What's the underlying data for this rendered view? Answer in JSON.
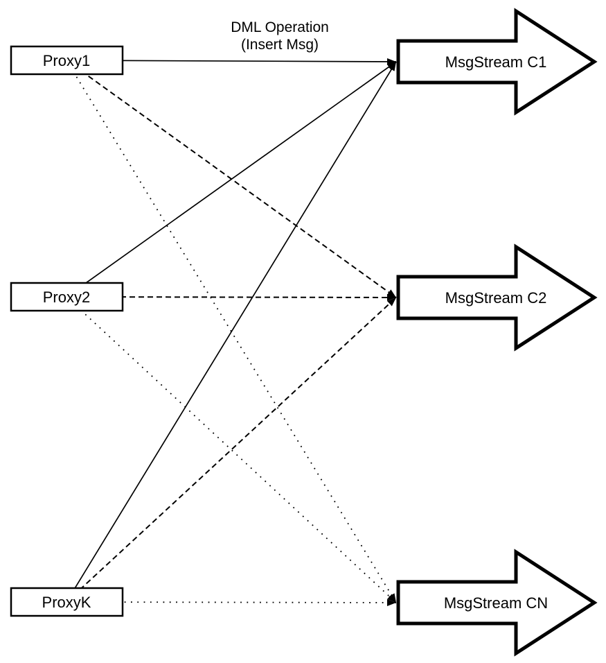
{
  "diagram": {
    "title": {
      "line1": "DML Operation",
      "line2": "(Insert Msg)"
    },
    "proxies": [
      {
        "id": "proxy1",
        "label": "Proxy1"
      },
      {
        "id": "proxy2",
        "label": "Proxy2"
      },
      {
        "id": "proxyk",
        "label": "ProxyK"
      }
    ],
    "streams": [
      {
        "id": "c1",
        "label": "MsgStream C1"
      },
      {
        "id": "c2",
        "label": "MsgStream C2"
      },
      {
        "id": "cn",
        "label": "MsgStream CN"
      }
    ],
    "edges": [
      {
        "from": "Proxy1",
        "to": "MsgStream C1",
        "style": "solid"
      },
      {
        "from": "Proxy1",
        "to": "MsgStream C2",
        "style": "dashed"
      },
      {
        "from": "Proxy1",
        "to": "MsgStream CN",
        "style": "dotted"
      },
      {
        "from": "Proxy2",
        "to": "MsgStream C1",
        "style": "solid"
      },
      {
        "from": "Proxy2",
        "to": "MsgStream C2",
        "style": "dashed"
      },
      {
        "from": "Proxy2",
        "to": "MsgStream CN",
        "style": "dotted"
      },
      {
        "from": "ProxyK",
        "to": "MsgStream C1",
        "style": "solid"
      },
      {
        "from": "ProxyK",
        "to": "MsgStream C2",
        "style": "dashed"
      },
      {
        "from": "ProxyK",
        "to": "MsgStream CN",
        "style": "dotted"
      }
    ],
    "colors": {
      "line": "#000000",
      "node_fill": "#ffffff",
      "background": "#ffffff"
    }
  }
}
